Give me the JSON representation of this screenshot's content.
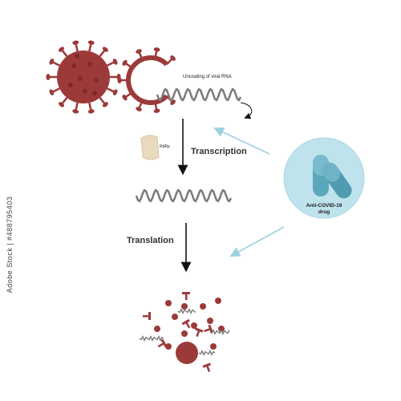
{
  "labels": {
    "uncoating": "Uncoating of viral RNA",
    "rdrp": "RdRp",
    "transcription": "Transcription",
    "translation": "Translation",
    "drug_line1": "Anti-COVID-19",
    "drug_line2": "drug"
  },
  "stock_id": "Adobe Stock | #488795403",
  "colors": {
    "virus": "#9c3a3a",
    "virus_dark": "#7e2a2a",
    "rna": "#7a7a7a",
    "drug_circle": "#bfe3ec",
    "pill": "#5ba7bb",
    "inhibit_arrow": "#9fd0df",
    "arrow": "#111111"
  }
}
